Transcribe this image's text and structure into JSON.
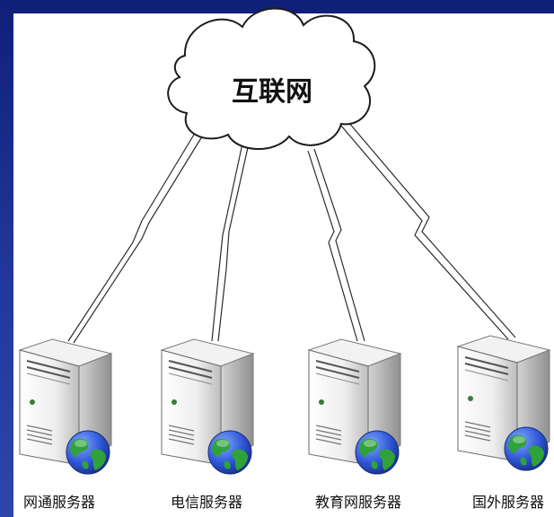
{
  "cloud": {
    "label": "互联网"
  },
  "servers": [
    {
      "label": "网通服务器"
    },
    {
      "label": "电信服务器"
    },
    {
      "label": "教育网服务器"
    },
    {
      "label": "国外服务器"
    }
  ],
  "colors": {
    "slide_background": "#1b2f8c",
    "panel": "#ffffff",
    "globe": "#2f56d6",
    "land": "#2fa33a",
    "line": "#2b2b2b"
  },
  "icons": {
    "server": "server-tower-icon",
    "globe": "globe-icon",
    "cloud": "cloud-icon"
  }
}
